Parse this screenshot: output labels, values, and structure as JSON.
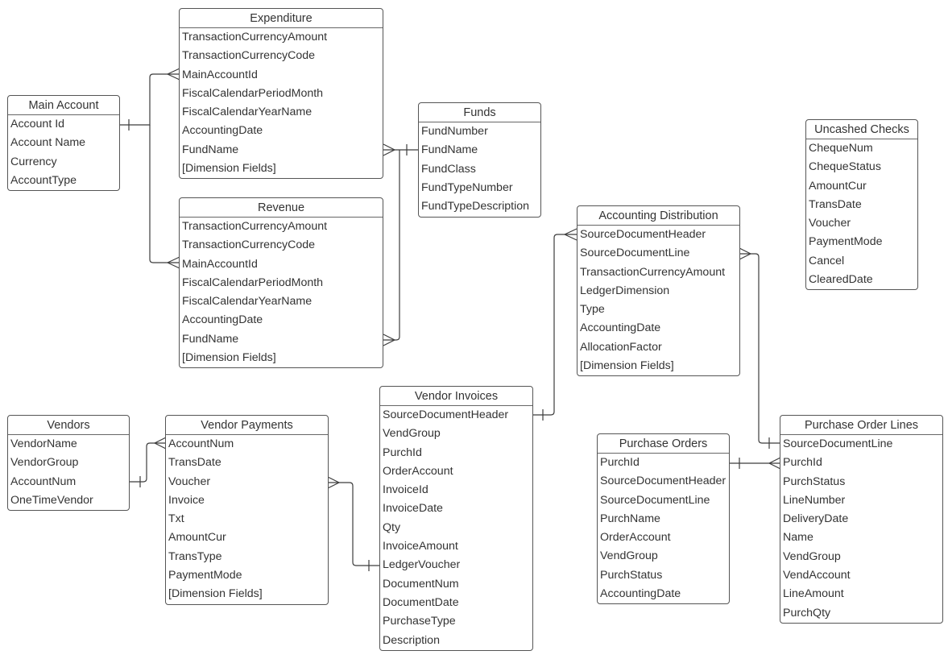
{
  "entities": {
    "expenditure": {
      "title": "Expenditure",
      "fields": [
        "TransactionCurrencyAmount",
        "TransactionCurrencyCode",
        "MainAccountId",
        "FiscalCalendarPeriodMonth",
        "FiscalCalendarYearName",
        "AccountingDate",
        "FundName",
        "[Dimension Fields]"
      ]
    },
    "main_account": {
      "title": "Main Account",
      "fields": [
        "Account Id",
        "Account Name",
        "Currency",
        "AccountType"
      ]
    },
    "funds": {
      "title": "Funds",
      "fields": [
        "FundNumber",
        "FundName",
        "FundClass",
        "FundTypeNumber",
        "FundTypeDescription"
      ]
    },
    "uncashed_checks": {
      "title": "Uncashed Checks",
      "fields": [
        "ChequeNum",
        "ChequeStatus",
        "AmountCur",
        "TransDate",
        "Voucher",
        "PaymentMode",
        "Cancel",
        "ClearedDate"
      ]
    },
    "revenue": {
      "title": "Revenue",
      "fields": [
        "TransactionCurrencyAmount",
        "TransactionCurrencyCode",
        "MainAccountId",
        "FiscalCalendarPeriodMonth",
        "FiscalCalendarYearName",
        "AccountingDate",
        "FundName",
        "[Dimension Fields]"
      ]
    },
    "accounting_distribution": {
      "title": "Accounting Distribution",
      "fields": [
        "SourceDocumentHeader",
        "SourceDocumentLine",
        "TransactionCurrencyAmount",
        "LedgerDimension",
        "Type",
        "AccountingDate",
        "AllocationFactor",
        "[Dimension Fields]"
      ]
    },
    "vendors": {
      "title": "Vendors",
      "fields": [
        "VendorName",
        "VendorGroup",
        "AccountNum",
        "OneTimeVendor"
      ]
    },
    "vendor_payments": {
      "title": "Vendor Payments",
      "fields": [
        "AccountNum",
        "TransDate",
        "Voucher",
        "Invoice",
        "Txt",
        "AmountCur",
        "TransType",
        "PaymentMode",
        "[Dimension Fields]"
      ]
    },
    "vendor_invoices": {
      "title": "Vendor Invoices",
      "fields": [
        "SourceDocumentHeader",
        "VendGroup",
        "PurchId",
        "OrderAccount",
        "InvoiceId",
        "InvoiceDate",
        "Qty",
        "InvoiceAmount",
        "LedgerVoucher",
        "DocumentNum",
        "DocumentDate",
        "PurchaseType",
        "Description"
      ]
    },
    "purchase_orders": {
      "title": "Purchase Orders",
      "fields": [
        "PurchId",
        "SourceDocumentHeader",
        "SourceDocumentLine",
        "PurchName",
        "OrderAccount",
        "VendGroup",
        "PurchStatus",
        "AccountingDate"
      ]
    },
    "purchase_order_lines": {
      "title": "Purchase Order Lines",
      "fields": [
        "SourceDocumentLine",
        "PurchId",
        "PurchStatus",
        "LineNumber",
        "DeliveryDate",
        "Name",
        "VendGroup",
        "VendAccount",
        "LineAmount",
        "PurchQty"
      ]
    }
  }
}
